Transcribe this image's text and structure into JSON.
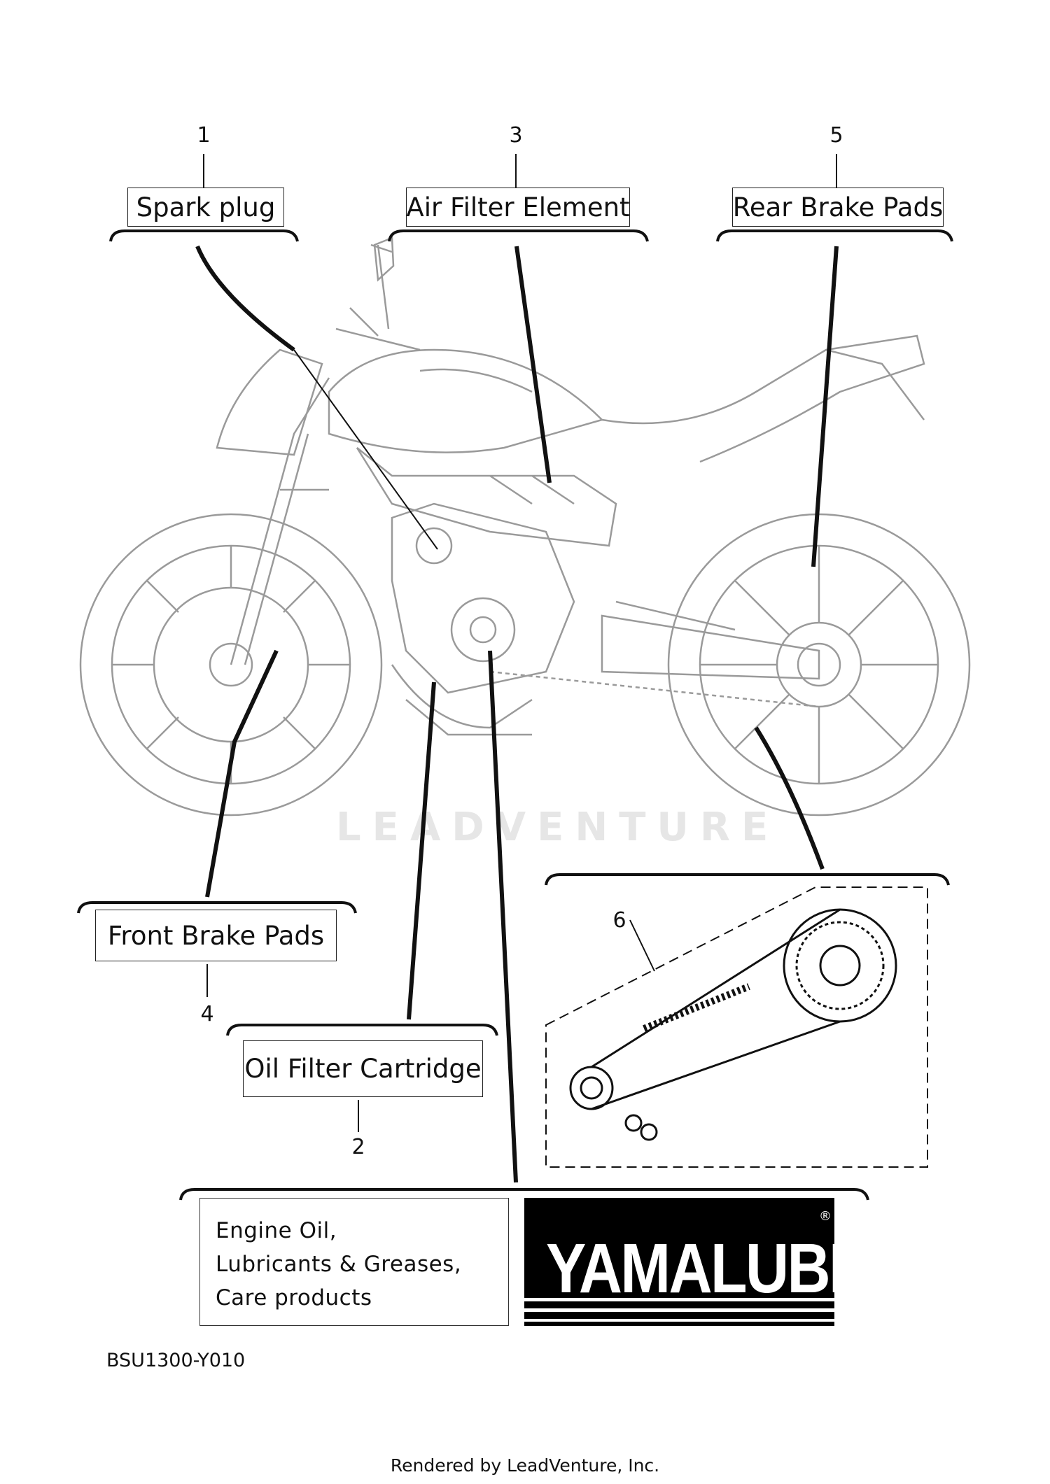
{
  "callouts": [
    {
      "number": "1",
      "label": "Spark plug"
    },
    {
      "number": "3",
      "label": "Air Filter Element"
    },
    {
      "number": "5",
      "label": "Rear Brake Pads"
    },
    {
      "number": "4",
      "label": "Front Brake Pads"
    },
    {
      "number": "2",
      "label": "Oil Filter Cartridge"
    },
    {
      "number": "6",
      "label": ""
    }
  ],
  "oil_box": {
    "line1": "Engine Oil,",
    "line2": "Lubricants & Greases,",
    "line3": "Care products"
  },
  "brand_logo": "YAMALUBE",
  "brand_mark": "®",
  "diagram_code": "BSU1300-Y010",
  "watermark": "LEADVENTURE",
  "footer": "Rendered by LeadVenture, Inc.",
  "colors": {
    "line": "#111111",
    "drawing": "#9a9a9a",
    "logo_bg": "#000000"
  }
}
